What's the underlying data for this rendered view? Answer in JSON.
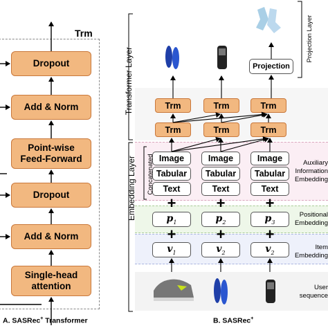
{
  "partA": {
    "trm_label": "Trm",
    "blocks": [
      "Dropout",
      "Add & Norm",
      "Point-wise Feed-Forward",
      "Dropout",
      "Add & Norm",
      "Single-head attention"
    ],
    "caption_prefix": "A. SASRec",
    "caption_sup": "+",
    "caption_suffix": " Transformer"
  },
  "partB": {
    "layers": {
      "transformer": "Transformer Layer",
      "embedding": "Embedding Layer",
      "projection": "Projection Layer",
      "concatenated": "Concatenated"
    },
    "projection_box": "Projection",
    "trm": "Trm",
    "info_boxes": [
      "Image",
      "Tabular",
      "Text"
    ],
    "positional": [
      "p",
      "p",
      "p"
    ],
    "positional_sub": [
      "1",
      "2",
      "3"
    ],
    "item": [
      "v",
      "v",
      "v"
    ],
    "item_sub": [
      "1",
      "2",
      "2"
    ],
    "side_labels": {
      "auxiliary": [
        "Auxiliary",
        "Information",
        "Embedding"
      ],
      "positional": [
        "Positional",
        "Embedding"
      ],
      "item": [
        "Item",
        "Embedding"
      ],
      "user": [
        "User",
        "sequence"
      ]
    },
    "caption_prefix": "B. SASRec",
    "caption_sup": "+"
  }
}
